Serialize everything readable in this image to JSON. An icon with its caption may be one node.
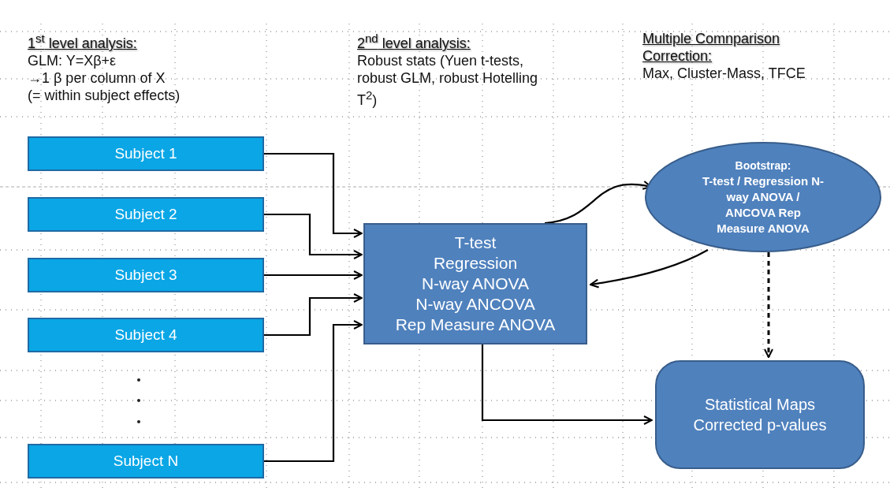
{
  "diagram": {
    "nodes": [
      {
        "text": [
          "Subject 1"
        ]
      },
      {
        "text": [
          "Subject 2"
        ]
      },
      {
        "text": [
          "Subject 3"
        ]
      },
      {
        "text": [
          "Subject 4"
        ]
      },
      {
        "text": [
          "Subject N"
        ]
      },
      {
        "text": [
          "T-test",
          "Regression",
          "N-way ANOVA",
          "N-way ANCOVA",
          "Rep Measure ANOVA"
        ]
      },
      {
        "text": [
          "Bootstrap:",
          "T-test / Regression N-way ANOVA / ANCOVA Rep Measure ANOVA"
        ]
      },
      {
        "text": [
          "Statistical Maps",
          "Corrected p-values"
        ]
      }
    ],
    "edges": [
      {
        "from": 0,
        "to": 5,
        "arrow": "to"
      },
      {
        "from": 1,
        "to": 5,
        "arrow": "to"
      },
      {
        "from": 2,
        "to": 5,
        "arrow": "to"
      },
      {
        "from": 3,
        "to": 5,
        "arrow": "to"
      },
      {
        "from": 4,
        "to": 5,
        "arrow": "to"
      },
      {
        "from": 5,
        "to": 6,
        "arrow": "to"
      },
      {
        "from": 6,
        "to": 5,
        "arrow": "to"
      },
      {
        "from": 6,
        "to": 7,
        "arrow": "to",
        "style": "dashed"
      },
      {
        "from": 5,
        "to": 7,
        "arrow": "to"
      }
    ],
    "labels": [
      "1$^{st}$ level analysis:",
      "GLM: Y=Xβ+ε",
      "→1 β per column of X",
      "(= within subject effects)",
      "2$^{nd}$ level analysis:",
      "Robust stats (Yuen t-tests, robust GLM, robust Hotelling T$^{2}$)",
      "Multiple Comnparison Correction:",
      "Max, Cluster-Mass, TFCE"
    ]
  }
}
